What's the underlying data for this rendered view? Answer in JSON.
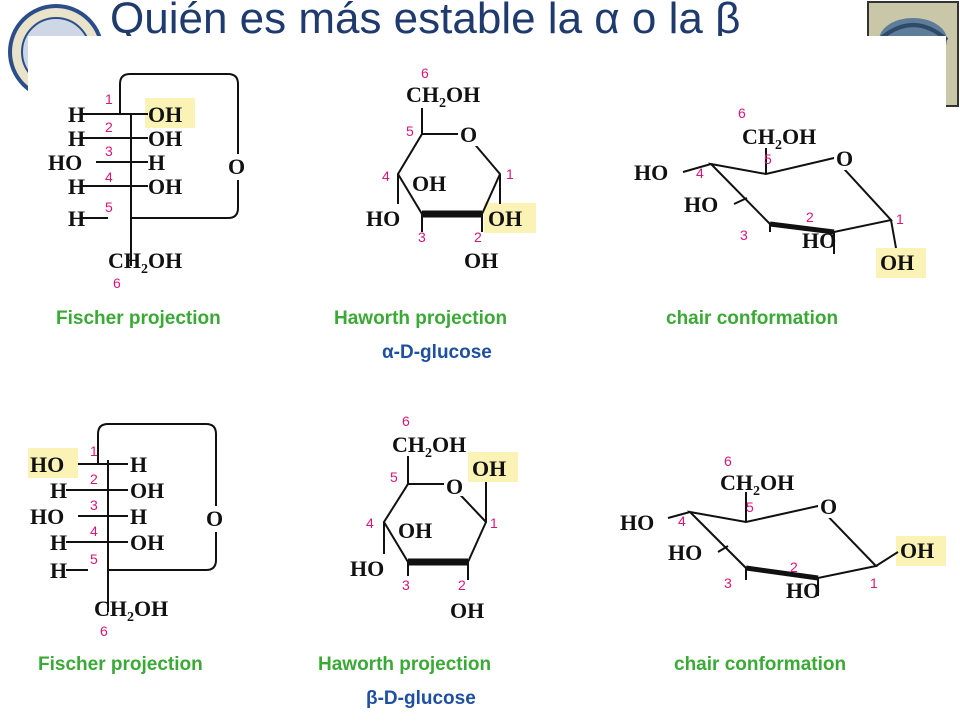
{
  "title": "Quién es más estable la α o la β",
  "alpha": {
    "fischer_caption": "Fischer projection",
    "haworth_caption": "Haworth projection",
    "chair_caption": "chair conformation",
    "name": "α-D-glucose"
  },
  "beta": {
    "fischer_caption": "Fischer projection",
    "haworth_caption": "Haworth projection",
    "chair_caption": "chair conformation",
    "name": "β-D-glucose"
  },
  "atoms": {
    "H": "H",
    "OH": "OH",
    "HO": "HO",
    "O": "O",
    "CH2OH": "CH2OH"
  },
  "numbers": [
    "1",
    "2",
    "3",
    "4",
    "5",
    "6"
  ],
  "colors": {
    "title": "#1f3b6e",
    "caption": "#3aa935",
    "name": "#1f4fa0",
    "number": "#d6177a",
    "highlight": "#fbf3b6"
  }
}
